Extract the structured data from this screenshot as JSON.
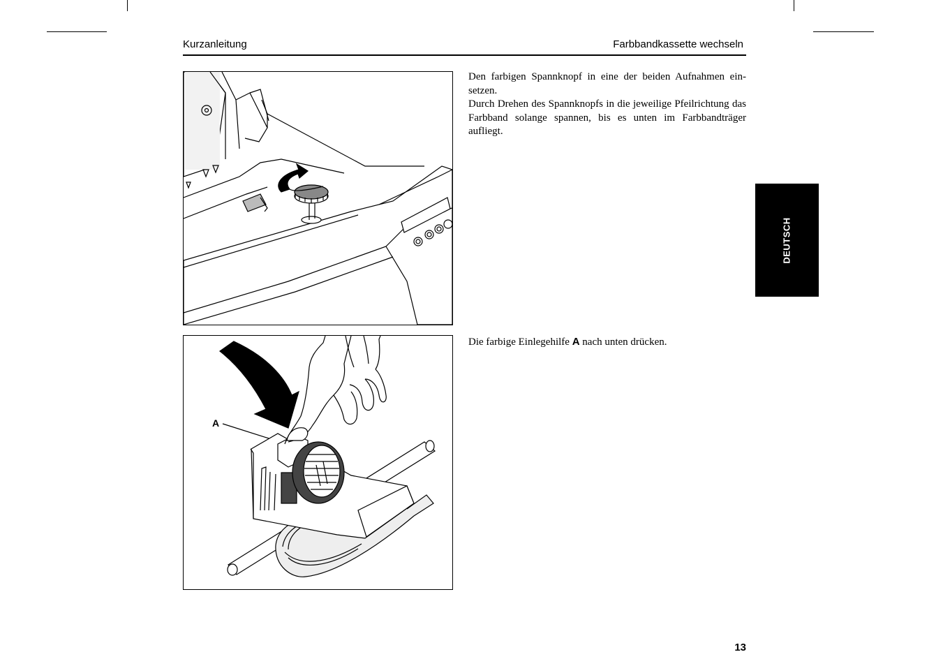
{
  "header": {
    "left": "Kurzanleitung",
    "right": "Farbbandkassette wechseln"
  },
  "steps": [
    {
      "paragraphs": [
        "Den farbigen Spannknopf in eine der beiden Aufnahmen ein-setzen.",
        "Durch Drehen des Spannknopfs in die jeweilige Pfeilrichtung das Farbband solange spannen, bis es unten im Farbbandträger aufliegt."
      ]
    },
    {
      "text_before": "Die farbige Einlegehilfe ",
      "bold": "A",
      "text_after": " nach unten drücken.",
      "figure_label": "A"
    }
  ],
  "side_tab": "DEUTSCH",
  "page_number": "13"
}
